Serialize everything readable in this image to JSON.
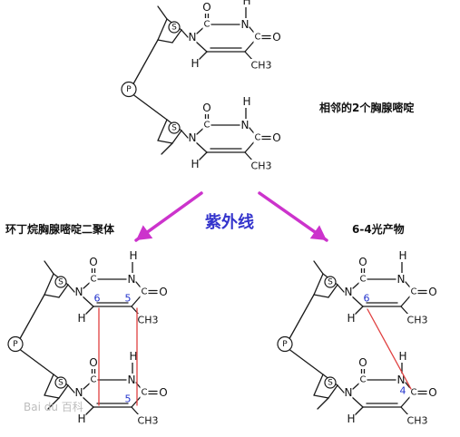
{
  "labels": {
    "adjacent": "相邻的2个胸腺嘧啶",
    "uv": "紫外线",
    "dimer": "环丁烷胸腺嘧啶二聚体",
    "photoproduct": "6-4光产物",
    "watermark": "Bai du 百科"
  },
  "atoms": {
    "O": "O",
    "N": "N",
    "H": "H",
    "C": "C",
    "CH3": "CH3",
    "S": "S",
    "P": "P"
  },
  "positions": {
    "six": "6",
    "five": "5",
    "four": "4"
  },
  "colors": {
    "bond": "#1a1a1a",
    "arrow": "#cc33cc",
    "uv_text": "#3333cc",
    "crosslink": "#e04040",
    "number": "#2233cc"
  }
}
